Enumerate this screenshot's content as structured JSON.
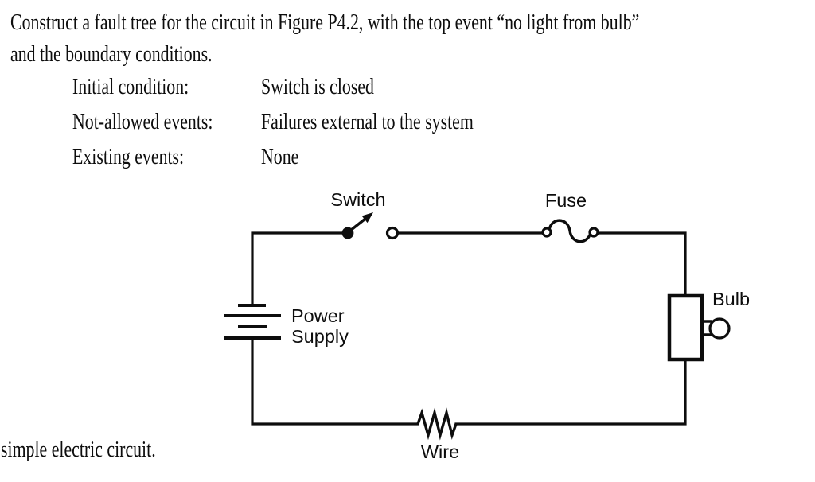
{
  "problem": {
    "line1": "Construct a fault tree for the circuit in Figure P4.2, with the top event “no light from bulb”",
    "line2": "and the boundary conditions.",
    "conditions": [
      {
        "label": "Initial condition:",
        "value": "Switch is closed"
      },
      {
        "label": "Not-allowed events:",
        "value": "Failures external to the system"
      },
      {
        "label": "Existing events:",
        "value": "None"
      }
    ]
  },
  "figure": {
    "caption_fragment": "simple electric circuit.",
    "labels": {
      "switch": "Switch",
      "fuse": "Fuse",
      "power_line1": "Power",
      "power_line2": "Supply",
      "bulb": "Bulb",
      "wire": "Wire"
    },
    "ink": "#0d0d0d",
    "paper": "#ffffff"
  }
}
